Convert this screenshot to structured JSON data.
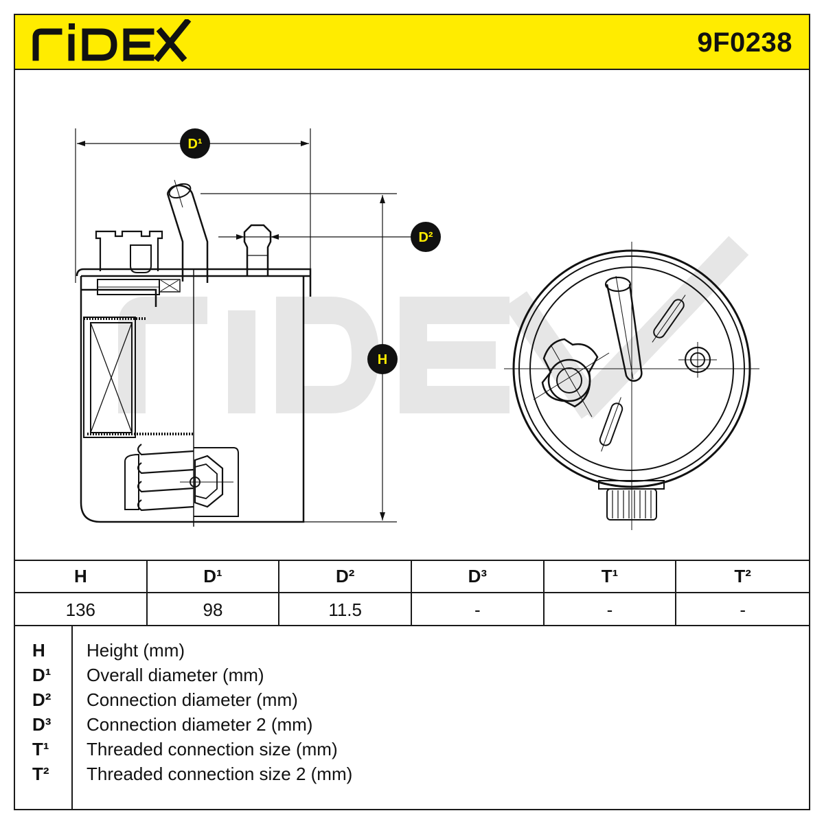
{
  "header": {
    "brand": "RIDEX",
    "part_number": "9F0238",
    "brand_color": "#ffec00"
  },
  "drawing": {
    "watermark": "RIDEX",
    "labels": {
      "d1": "D¹",
      "d2": "D²",
      "h": "H"
    }
  },
  "spec_table": {
    "headers": [
      "H",
      "D¹",
      "D²",
      "D³",
      "T¹",
      "T²"
    ],
    "values": [
      "136",
      "98",
      "11.5",
      "-",
      "-",
      "-"
    ]
  },
  "legend": [
    {
      "key": "H",
      "desc": "Height (mm)"
    },
    {
      "key": "D¹",
      "desc": "Overall diameter (mm)"
    },
    {
      "key": "D²",
      "desc": "Connection diameter (mm)"
    },
    {
      "key": "D³",
      "desc": "Connection diameter 2 (mm)"
    },
    {
      "key": "T¹",
      "desc": "Threaded connection size (mm)"
    },
    {
      "key": "T²",
      "desc": "Threaded connection size 2 (mm)"
    }
  ]
}
